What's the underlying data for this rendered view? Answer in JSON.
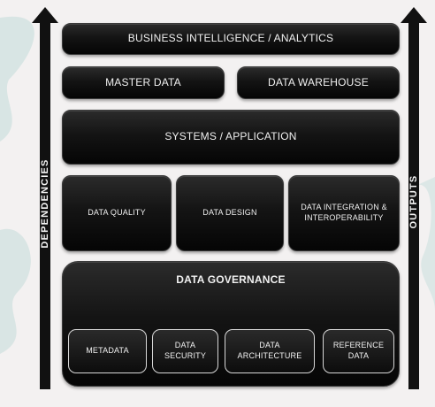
{
  "arrows": {
    "left_label": "DEPENDENCIES",
    "right_label": "OUTPUTS"
  },
  "layers": {
    "business_intelligence": "BUSINESS INTELLIGENCE / ANALYTICS",
    "master_data": "MASTER DATA",
    "data_warehouse": "DATA WAREHOUSE",
    "systems_application": "SYSTEMS / APPLICATION",
    "data_quality": "DATA QUALITY",
    "data_design": "DATA DESIGN",
    "data_integration": "DATA INTEGRATION & INTEROPERABILITY"
  },
  "governance": {
    "title": "DATA GOVERNANCE",
    "items": [
      "METADATA",
      "DATA SECURITY",
      "DATA ARCHITECTURE",
      "REFERENCE DATA"
    ]
  },
  "colors": {
    "background": "#f3f1f1",
    "block": "#111111",
    "border_light": "#d8d8d8",
    "wash": "#9fc9c7"
  }
}
